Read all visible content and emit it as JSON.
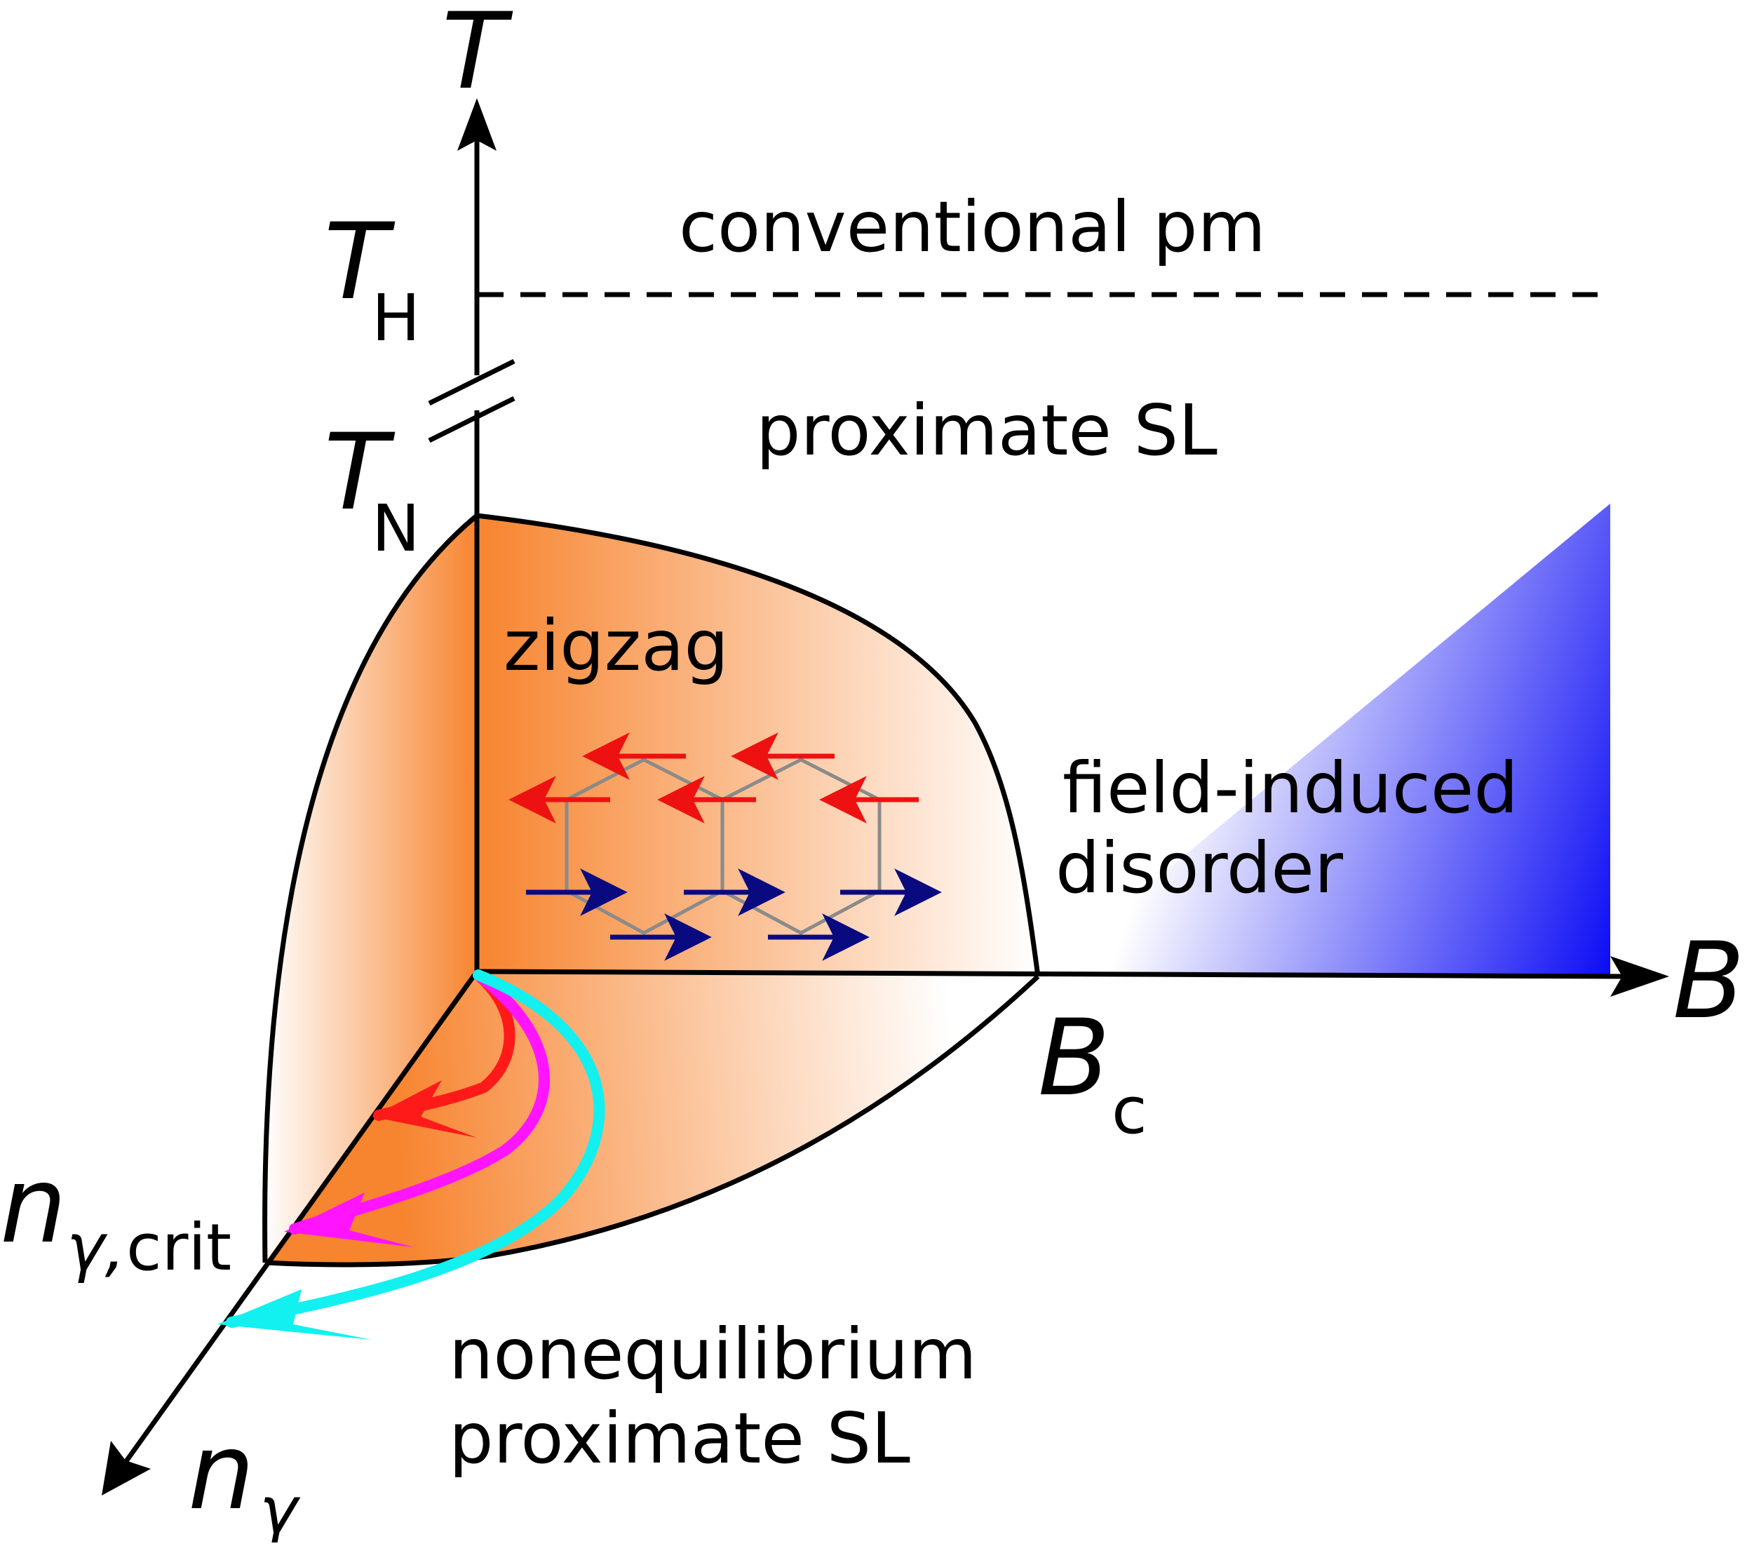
{
  "axes": {
    "t_axis": "T",
    "b_axis": "B",
    "n_axis": "n",
    "n_axis_subscript": "γ"
  },
  "ticks": {
    "t_h": "T",
    "t_h_sub": "H",
    "t_n": "T",
    "t_n_sub": "N",
    "b_c": "B",
    "b_c_sub": "c",
    "n_crit": "n",
    "n_crit_sub_italic": "γ,",
    "n_crit_sub": "crit"
  },
  "regions": {
    "conventional_pm": "conventional pm",
    "proximate_sl": "proximate SL",
    "zigzag": "zigzag",
    "field_induced_line1": "field-induced",
    "field_induced_line2": "disorder",
    "noneq_line1": "nonequilibrium",
    "noneq_line2": "proximate SL"
  },
  "colors": {
    "zigzag_orange": "#f7842f",
    "field_blue": "#1a1aff",
    "spin_up_red": "#ee1111",
    "spin_down_navy": "#0a0a80",
    "lattice_gray": "#808080",
    "trajectory_red": "#ff1a1a",
    "trajectory_magenta": "#ff14ff",
    "trajectory_cyan": "#12f0f0"
  }
}
